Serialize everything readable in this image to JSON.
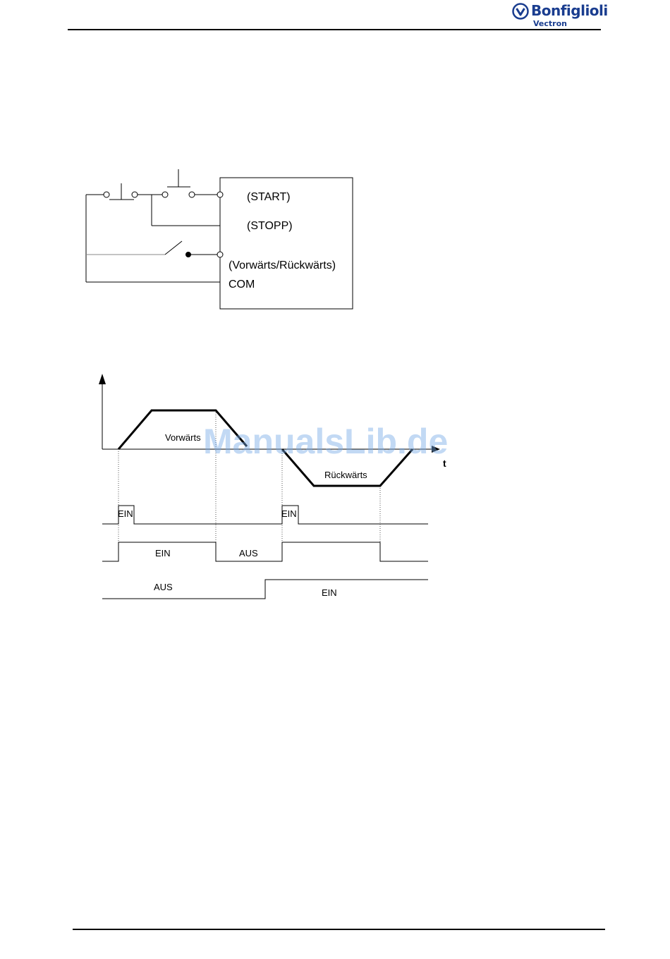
{
  "header": {
    "brand": "Bonfiglioli",
    "brand_sub": "Vectron",
    "brand_color": "#1a3d8f"
  },
  "wiring": {
    "terminals": [
      "(START)",
      "(STOPP)",
      "(Vorwärts/Rückwärts)",
      "COM"
    ]
  },
  "timing": {
    "t_label": "t",
    "forward_label": "Vorwärts",
    "reverse_label": "Rückwärts",
    "start_pulse_1": "EIN",
    "start_pulse_2": "EIN",
    "stop_on": "EIN",
    "stop_off": "AUS",
    "dir_off": "AUS",
    "dir_on": "EIN"
  },
  "watermark": "ManualsLib.de"
}
